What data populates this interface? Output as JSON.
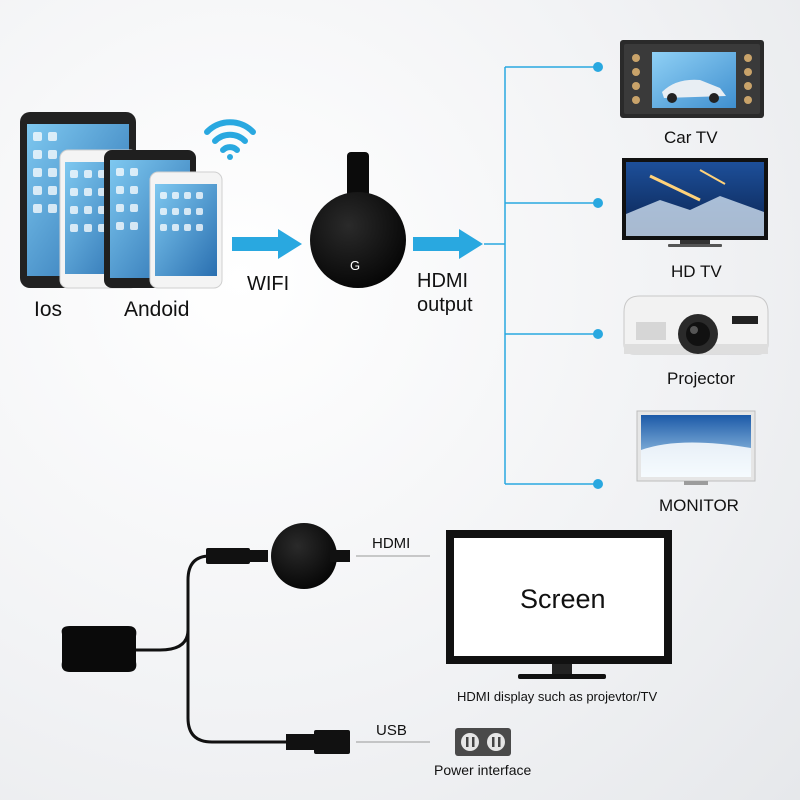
{
  "top": {
    "labels": {
      "ios": "Ios",
      "android": "Andoid",
      "wifi": "WIFI",
      "hdmi_output_line1": "HDMI",
      "hdmi_output_line2": "output",
      "dongle_letter": "G"
    },
    "outputs": [
      {
        "label": "Car TV",
        "icon": "car-tv-icon"
      },
      {
        "label": "HD TV",
        "icon": "hd-tv-icon"
      },
      {
        "label": "Projector",
        "icon": "projector-icon"
      },
      {
        "label": "MONITOR",
        "icon": "monitor-icon"
      }
    ]
  },
  "bottom": {
    "hdmi_label": "HDMI",
    "usb_label": "USB",
    "screen_text": "Screen",
    "screen_caption": "HDMI display such as projevtor/TV",
    "power_caption": "Power interface"
  },
  "colors": {
    "arrow": "#29a8e0",
    "branch_line": "#29a8e0",
    "dongle": "#0b0b0b"
  }
}
